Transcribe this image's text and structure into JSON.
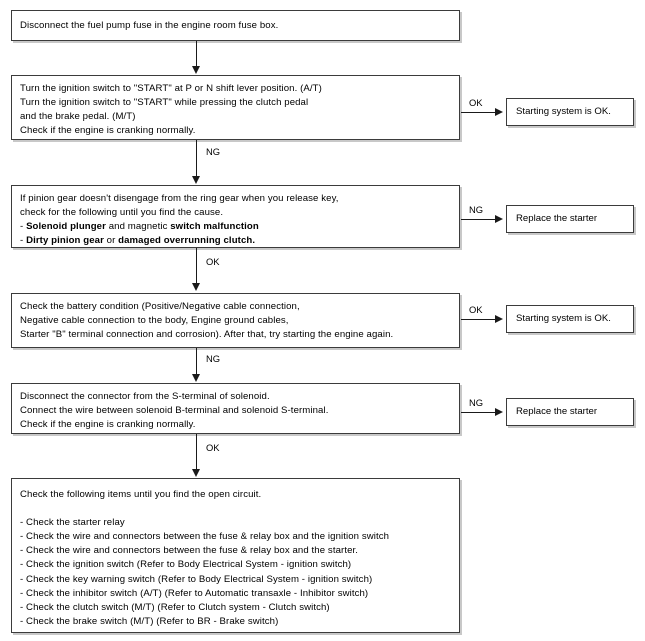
{
  "diagram": {
    "title": "Starting System Troubleshooting Flowchart",
    "colors": {
      "box_border": "#3b3b3b",
      "box_shadow": "#c8c8c8",
      "connector": "#1a1a1a",
      "background": "#ffffff",
      "text": "#000000"
    },
    "steps": [
      {
        "id": "step-1",
        "lines": [
          {
            "runs": [
              {
                "text": "Disconnect the fuel pump fuse in the engine room fuse box.",
                "bold": false
              }
            ]
          }
        ]
      },
      {
        "id": "step-2",
        "lines": [
          {
            "runs": [
              {
                "text": "Turn the ignition switch to \"START\" at P or N shift lever position. (A/T)",
                "bold": false
              }
            ]
          },
          {
            "runs": [
              {
                "text": "Turn the ignition switch to \"START\" while pressing the clutch pedal",
                "bold": false
              }
            ]
          },
          {
            "runs": [
              {
                "text": "and the brake pedal. (M/T)",
                "bold": false
              }
            ]
          },
          {
            "runs": [
              {
                "text": "Check if the engine is cranking normally.",
                "bold": false
              }
            ]
          }
        ]
      },
      {
        "id": "step-3",
        "lines": [
          {
            "runs": [
              {
                "text": "If pinion gear doesn't disengage from the ring gear when you release key,",
                "bold": false
              }
            ]
          },
          {
            "runs": [
              {
                "text": "check for the following until you find the cause.",
                "bold": false
              }
            ]
          },
          {
            "runs": [
              {
                "text": "- ",
                "bold": false
              },
              {
                "text": "Solenoid plunger",
                "bold": true
              },
              {
                "text": " and magnetic ",
                "bold": false
              },
              {
                "text": "switch malfunction",
                "bold": true
              }
            ]
          },
          {
            "runs": [
              {
                "text": "- ",
                "bold": false
              },
              {
                "text": "Dirty pinion gear",
                "bold": true
              },
              {
                "text": " or ",
                "bold": false
              },
              {
                "text": "damaged overrunning clutch.",
                "bold": true
              }
            ]
          }
        ]
      },
      {
        "id": "step-4",
        "lines": [
          {
            "runs": [
              {
                "text": "Check the battery condition (Positive/Negative cable connection,",
                "bold": false
              }
            ]
          },
          {
            "runs": [
              {
                "text": "Negative cable connection to the body, Engine ground cables,",
                "bold": false
              }
            ]
          },
          {
            "runs": [
              {
                "text": "Starter \"B\" terminal connection and corrosion). After that, try starting the engine again.",
                "bold": false
              }
            ]
          }
        ]
      },
      {
        "id": "step-5",
        "lines": [
          {
            "runs": [
              {
                "text": "Disconnect the connector from the S-terminal of solenoid.",
                "bold": false
              }
            ]
          },
          {
            "runs": [
              {
                "text": "Connect the wire between solenoid B-terminal and solenoid S-terminal.",
                "bold": false
              }
            ]
          },
          {
            "runs": [
              {
                "text": "Check if the engine is cranking normally.",
                "bold": false
              }
            ]
          }
        ]
      },
      {
        "id": "step-6",
        "lines": [
          {
            "runs": [
              {
                "text": "Check the following items until you find the open circuit.",
                "bold": false
              }
            ]
          },
          {
            "runs": [
              {
                "text": "",
                "bold": false
              }
            ]
          },
          {
            "runs": [
              {
                "text": "- Check the starter relay",
                "bold": false
              }
            ]
          },
          {
            "runs": [
              {
                "text": "- Check the wire and connectors between the fuse & relay box and the ignition switch",
                "bold": false
              }
            ]
          },
          {
            "runs": [
              {
                "text": "- Check the wire and connectors between the fuse & relay box and the starter.",
                "bold": false
              }
            ]
          },
          {
            "runs": [
              {
                "text": "- Check the ignition switch (Refer to Body Electrical System - ignition switch)",
                "bold": false
              }
            ]
          },
          {
            "runs": [
              {
                "text": "- Check the key warning switch (Refer to Body Electrical System - ignition switch)",
                "bold": false
              }
            ]
          },
          {
            "runs": [
              {
                "text": "- Check the inhibitor switch (A/T) (Refer to Automatic transaxle - Inhibitor switch)",
                "bold": false
              }
            ]
          },
          {
            "runs": [
              {
                "text": "- Check the clutch switch (M/T) (Refer to Clutch system - Clutch switch)",
                "bold": false
              }
            ]
          },
          {
            "runs": [
              {
                "text": "- Check the brake switch (M/T) (Refer to BR - Brake switch)",
                "bold": false
              }
            ]
          }
        ]
      }
    ],
    "results": [
      {
        "id": "result-1",
        "label": "Starting system is OK."
      },
      {
        "id": "result-2",
        "label": "Replace the starter"
      },
      {
        "id": "result-3",
        "label": "Starting system is OK."
      },
      {
        "id": "result-4",
        "label": "Replace the starter"
      }
    ],
    "branch_labels": {
      "ok_1": "OK",
      "ng_1": "NG",
      "ng_2": "NG",
      "ok_2": "OK",
      "ok_3": "OK",
      "ng_3": "NG",
      "ng_4": "NG",
      "ok_4": "OK"
    }
  }
}
